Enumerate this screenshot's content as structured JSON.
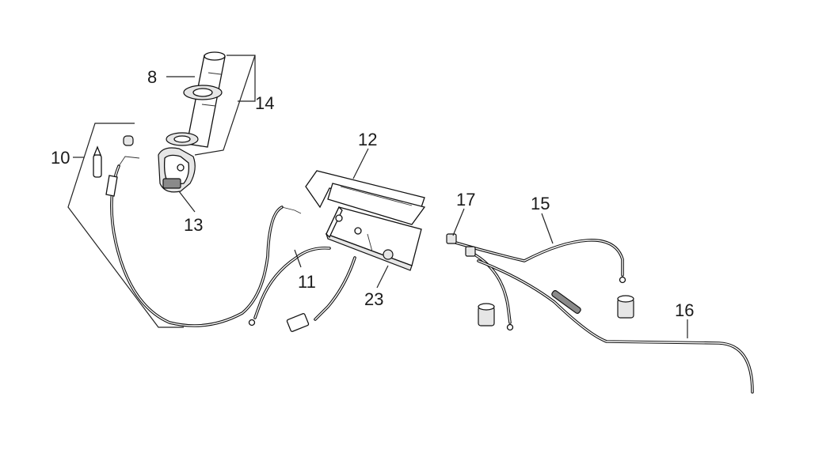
{
  "callouts": {
    "c8": "8",
    "c14": "14",
    "c10": "10",
    "c13": "13",
    "c12": "12",
    "c17": "17",
    "c15": "15",
    "c11": "11",
    "c23": "23",
    "c16": "16"
  }
}
